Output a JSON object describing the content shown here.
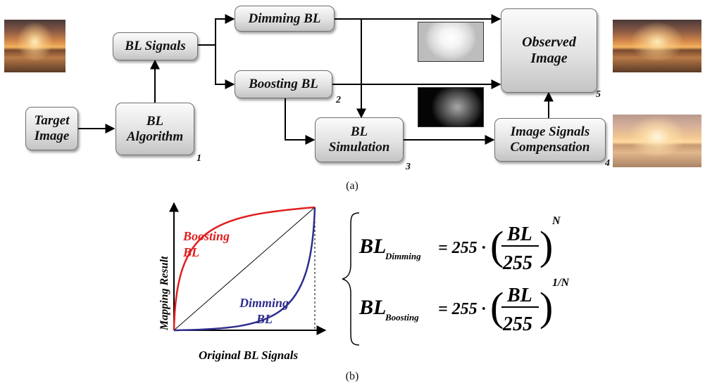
{
  "diagram_a": {
    "boxes": {
      "target_image": "Target\nImage",
      "bl_algorithm": "BL\nAlgorithm",
      "bl_signals": "BL Signals",
      "dimming_bl": "Dimming BL",
      "boosting_bl": "Boosting BL",
      "bl_simulation": "BL\nSimulation",
      "observed_image": "Observed\nImage",
      "image_signals_compensation": "Image Signals\nCompensation"
    },
    "step_numbers": {
      "bl_algorithm": "1",
      "boosting_bl": "2",
      "bl_simulation": "3",
      "image_signals_compensation": "4",
      "observed_image": "5"
    },
    "caption": "(a)"
  },
  "diagram_b": {
    "y_axis_label": "Mapping Result",
    "x_axis_label": "Original BL Signals",
    "boosting_label_line1": "Boosting",
    "boosting_label_line2": "BL",
    "dimming_label_line1": "Dimming",
    "dimming_label_line2": "BL",
    "boosting_color": "#e02020",
    "dimming_color": "#2e2e8e",
    "caption": "(b)"
  },
  "equations": {
    "dimming": {
      "lhs": "BL",
      "lhs_sub": "Dimming",
      "rhs": "= 255 ·",
      "numerator": "BL",
      "denominator": "255",
      "exponent": "N"
    },
    "boosting": {
      "lhs": "BL",
      "lhs_sub": "Boosting",
      "rhs": "= 255 ·",
      "numerator": "BL",
      "denominator": "255",
      "exponent": "1/N"
    }
  }
}
